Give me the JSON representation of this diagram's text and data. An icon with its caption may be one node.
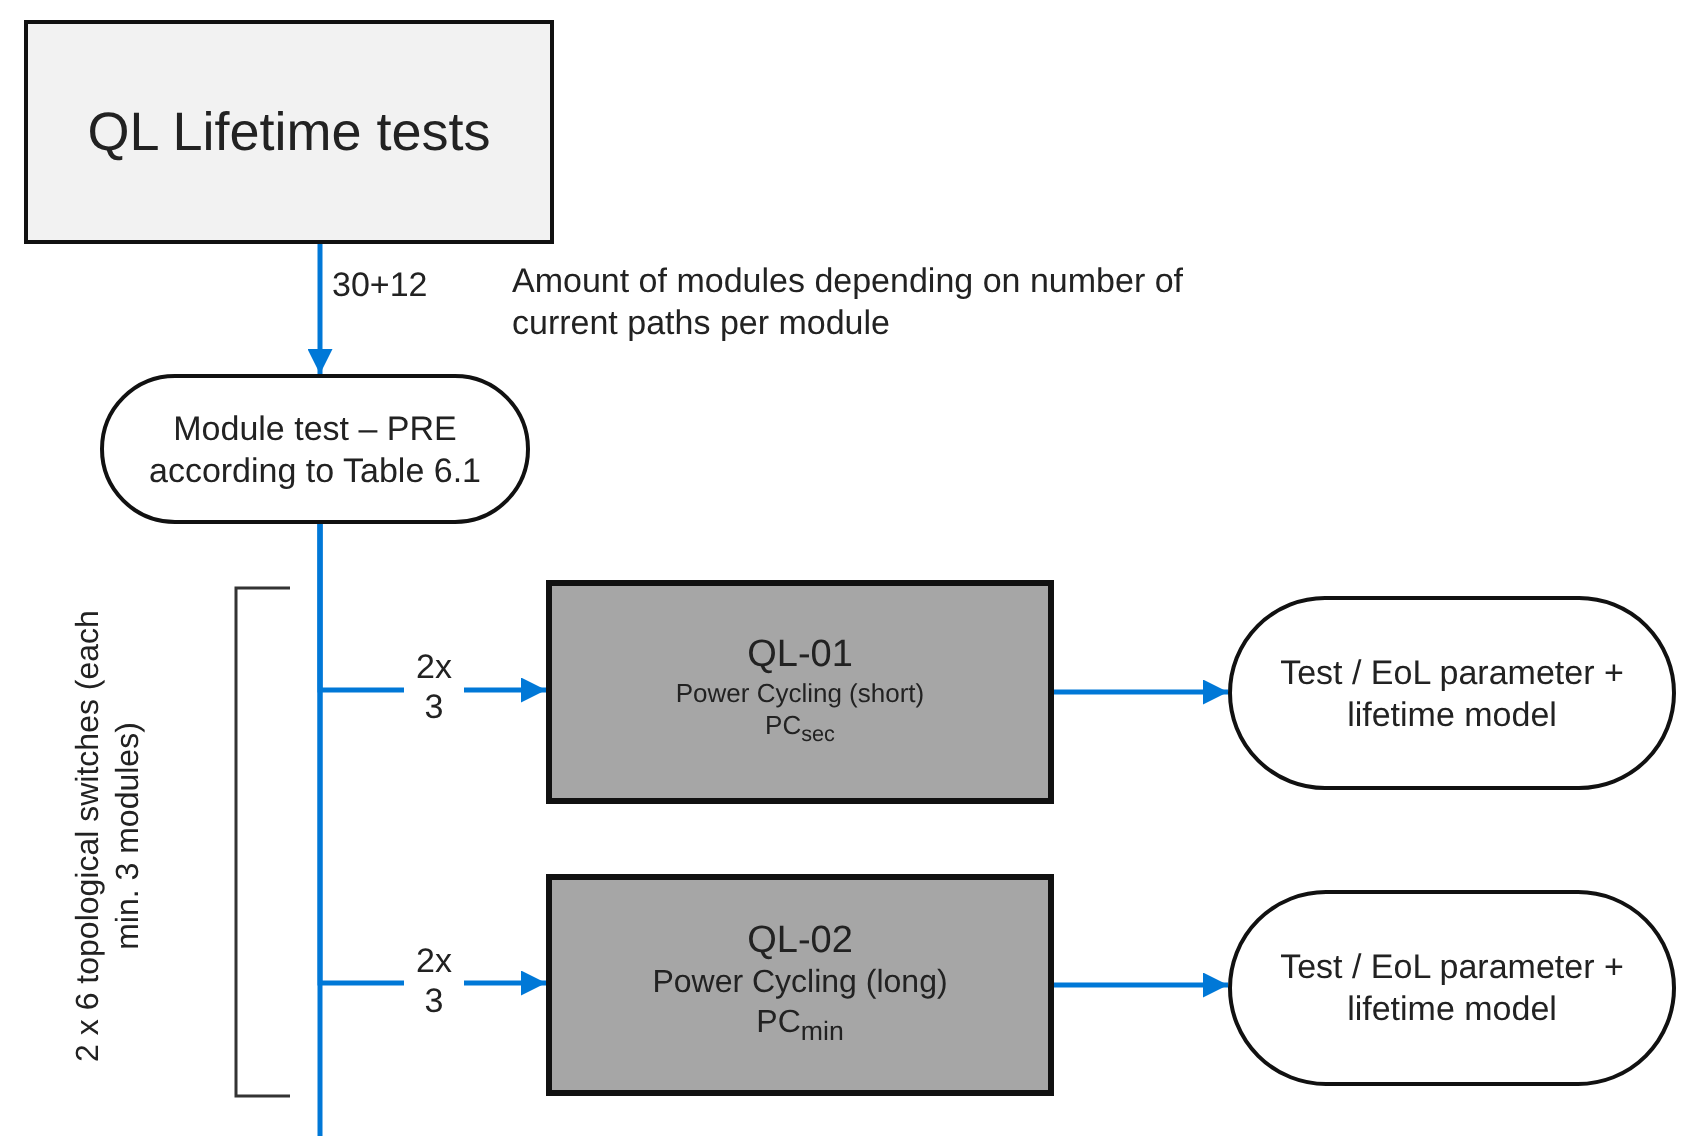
{
  "diagram": {
    "nodes": [
      {
        "text": [
          "QL Lifetime tests"
        ]
      },
      {
        "text": [
          "Module test – PRE according to Table 6.1"
        ]
      },
      {
        "text": [
          "QL-01",
          "Power Cycling (short)",
          "PC$_{sec}$"
        ]
      },
      {
        "text": [
          "Test / EoL parameter + lifetime model"
        ]
      },
      {
        "text": [
          "QL-02",
          "Power Cycling (long)",
          "PC$_{min}$"
        ]
      },
      {
        "text": [
          "Test / EoL parameter + lifetime model"
        ]
      }
    ],
    "edges": [
      {
        "from": 0,
        "to": 1,
        "arrow": "to",
        "label": "30+12"
      },
      {
        "from": 1,
        "to": 2,
        "arrow": "to",
        "label": "2x 3"
      },
      {
        "from": 1,
        "to": 4,
        "arrow": "to",
        "label": "2x 3"
      },
      {
        "from": 2,
        "to": 3,
        "arrow": "to"
      },
      {
        "from": 4,
        "to": 5,
        "arrow": "to"
      },
      {
        "from": 1,
        "to": null,
        "arrow": "none"
      }
    ],
    "labels": [
      "Amount of modules depending on number of current paths per module",
      "2 x 6 topological switches (each min. 3 modules)"
    ]
  }
}
